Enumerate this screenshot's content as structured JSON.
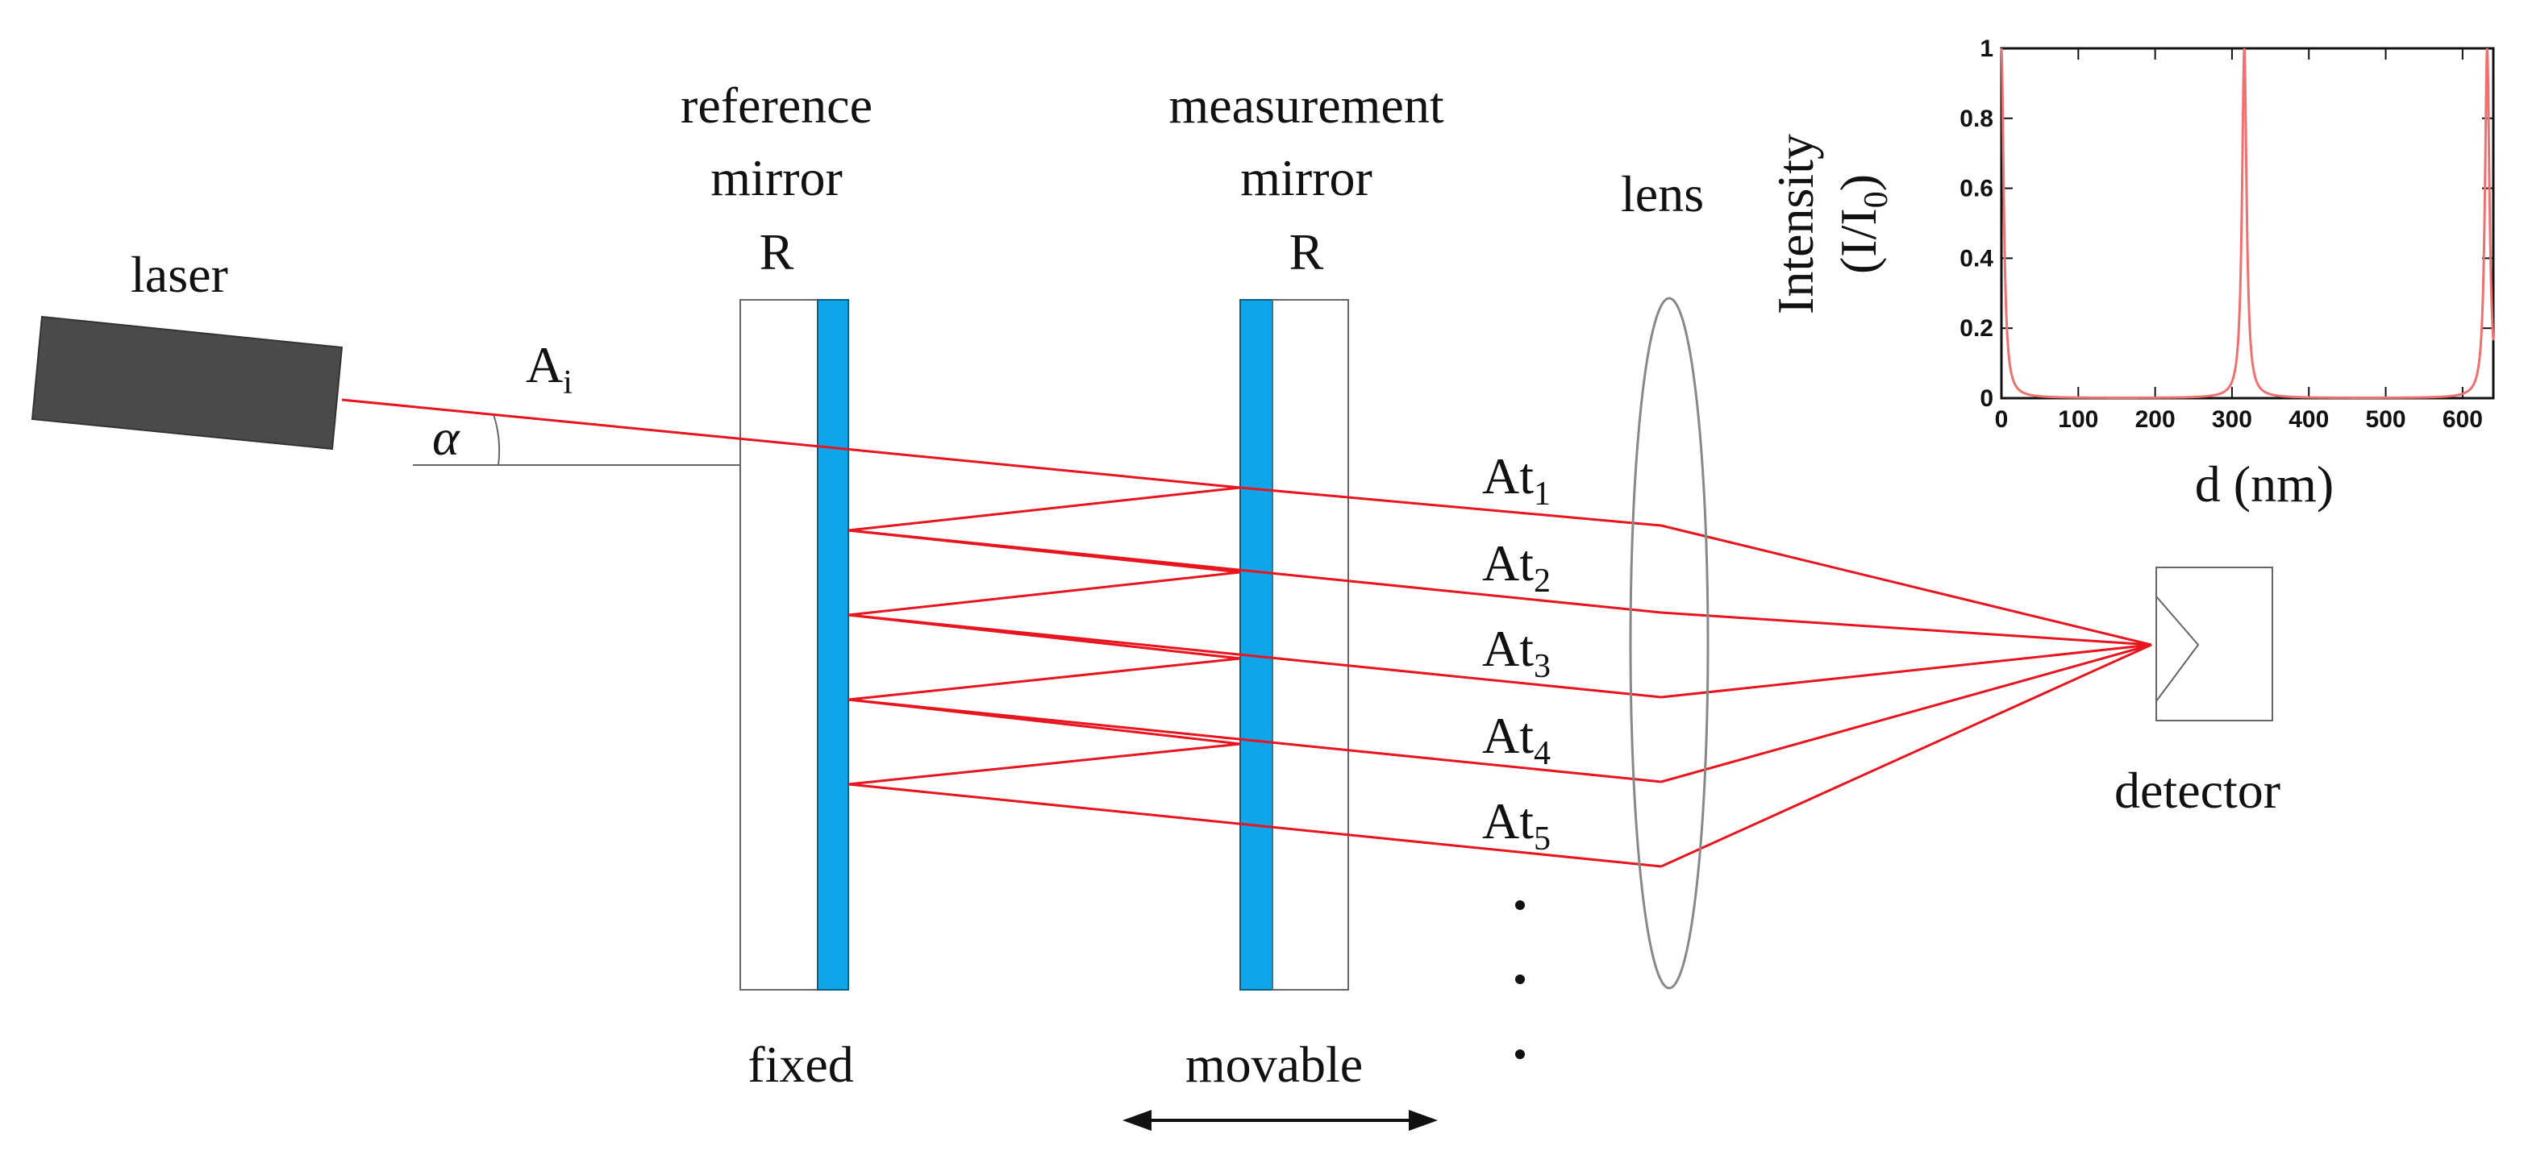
{
  "labels": {
    "laser": "laser",
    "reference_mirror_line1": "reference",
    "reference_mirror_line2": "mirror",
    "reference_R": "R",
    "measurement_mirror_line1": "measurement",
    "measurement_mirror_line2": "mirror",
    "measurement_R": "R",
    "lens": "lens",
    "detector": "detector",
    "fixed": "fixed",
    "movable": "movable",
    "alpha": "α",
    "incident_main": "A",
    "incident_sub": "i"
  },
  "transmitted_beams": [
    {
      "main": "At",
      "sub": "1"
    },
    {
      "main": "At",
      "sub": "2"
    },
    {
      "main": "At",
      "sub": "3"
    },
    {
      "main": "At",
      "sub": "4"
    },
    {
      "main": "At",
      "sub": "5"
    }
  ],
  "colors": {
    "beam": "#e8141e",
    "mirror_coating": "#0ea5e9",
    "laser_body": "#4a4a4a",
    "outline": "#555555",
    "plot_curve": "#f07070"
  },
  "chart_data": {
    "type": "line",
    "title": "",
    "xlabel": "d (nm)",
    "ylabel_line1": "Intensity",
    "ylabel_line2": "(I/I",
    "ylabel_sub": "0",
    "ylabel_close": ")",
    "xlim": [
      0,
      640
    ],
    "ylim": [
      0,
      1
    ],
    "xticks": [
      "0",
      "100",
      "200",
      "300",
      "400",
      "500",
      "600"
    ],
    "yticks": [
      "0",
      "0.2",
      "0.4",
      "0.6",
      "0.8",
      "1"
    ],
    "series": [
      {
        "function": "airy",
        "peak_positions": [
          0,
          316,
          632
        ],
        "finesse_coefficient": 800
      }
    ]
  }
}
